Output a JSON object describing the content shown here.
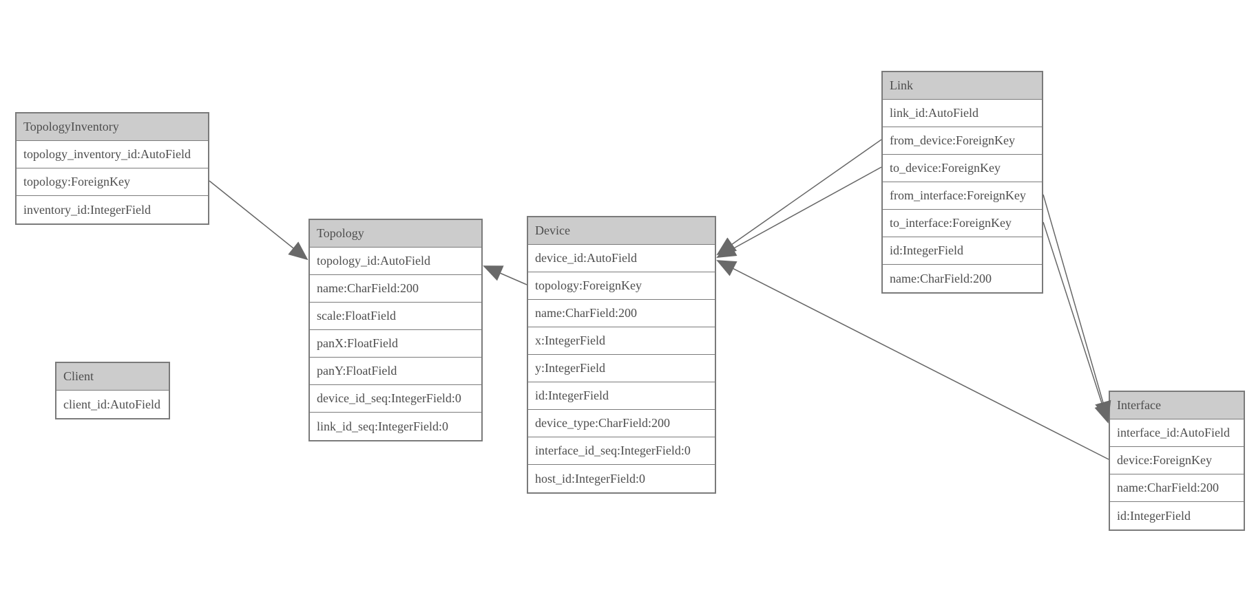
{
  "diagram": {
    "type": "entity-relationship-schema",
    "background": "#ffffff",
    "colors": {
      "header_fill": "#cccccc",
      "box_border": "#7a7a7a",
      "text": "#4d4d4d",
      "line": "#666666",
      "arrow_fill": "#696969"
    },
    "entities": [
      {
        "id": "topology_inventory",
        "title": "TopologyInventory",
        "fields": [
          "topology_inventory_id:AutoField",
          "topology:ForeignKey",
          "inventory_id:IntegerField"
        ]
      },
      {
        "id": "topology",
        "title": "Topology",
        "fields": [
          "topology_id:AutoField",
          "name:CharField:200",
          "scale:FloatField",
          "panX:FloatField",
          "panY:FloatField",
          "device_id_seq:IntegerField:0",
          "link_id_seq:IntegerField:0"
        ]
      },
      {
        "id": "client",
        "title": "Client",
        "fields": [
          "client_id:AutoField"
        ]
      },
      {
        "id": "device",
        "title": "Device",
        "fields": [
          "device_id:AutoField",
          "topology:ForeignKey",
          "name:CharField:200",
          "x:IntegerField",
          "y:IntegerField",
          "id:IntegerField",
          "device_type:CharField:200",
          "interface_id_seq:IntegerField:0",
          "host_id:IntegerField:0"
        ]
      },
      {
        "id": "link",
        "title": "Link",
        "fields": [
          "link_id:AutoField",
          "from_device:ForeignKey",
          "to_device:ForeignKey",
          "from_interface:ForeignKey",
          "to_interface:ForeignKey",
          "id:IntegerField",
          "name:CharField:200"
        ]
      },
      {
        "id": "interface",
        "title": "Interface",
        "fields": [
          "interface_id:AutoField",
          "device:ForeignKey",
          "name:CharField:200",
          "id:IntegerField"
        ]
      }
    ],
    "relations": [
      {
        "id": "topologyinventory-topology",
        "from": "TopologyInventory.topology",
        "to": "Topology"
      },
      {
        "id": "device-topology",
        "from": "Device.topology",
        "to": "Topology"
      },
      {
        "id": "link-from-device",
        "from": "Link.from_device",
        "to": "Device"
      },
      {
        "id": "link-to-device",
        "from": "Link.to_device",
        "to": "Device"
      },
      {
        "id": "interface-device",
        "from": "Interface.device",
        "to": "Device"
      },
      {
        "id": "link-from-interface",
        "from": "Link.from_interface",
        "to": "Interface"
      },
      {
        "id": "link-to-interface",
        "from": "Link.to_interface",
        "to": "Interface"
      }
    ]
  }
}
